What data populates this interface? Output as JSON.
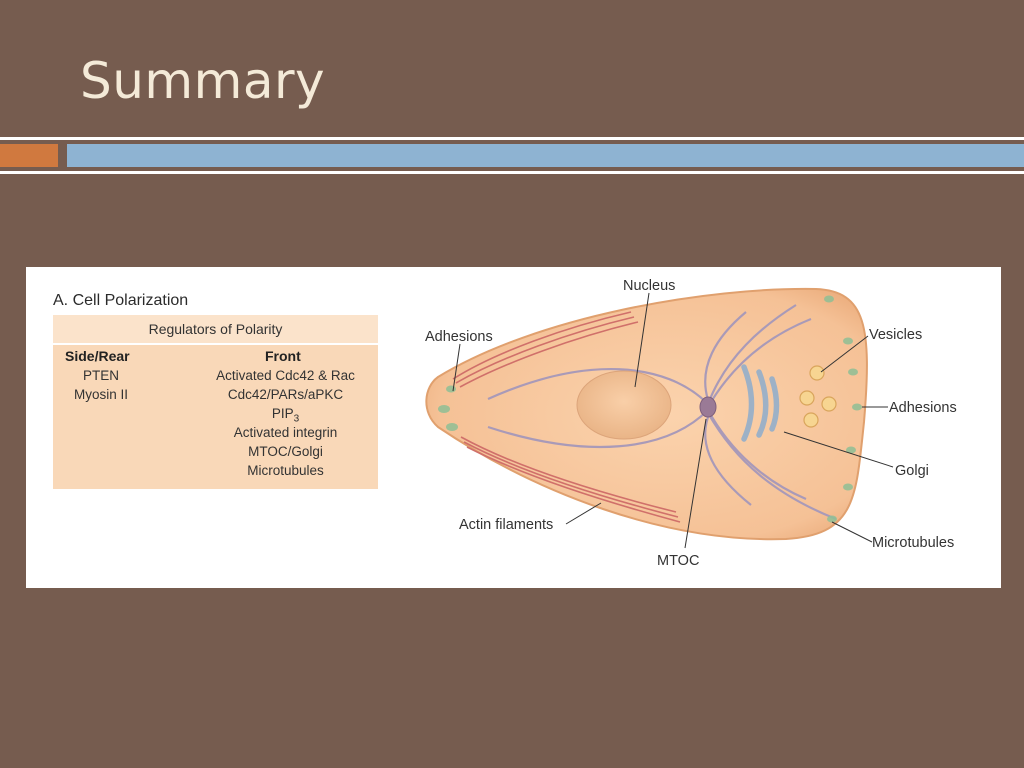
{
  "slide": {
    "title": "Summary",
    "colors": {
      "background": "#765c4f",
      "accent_orange": "#d0793f",
      "accent_blue": "#8eb3d2",
      "title_text": "#f4ead8"
    }
  },
  "figure": {
    "panel_title": "A. Cell Polarization",
    "table": {
      "header": "Regulators of Polarity",
      "side_rear_heading": "Side/Rear",
      "front_heading": "Front",
      "side_rear": [
        "PTEN",
        "Myosin II"
      ],
      "front": [
        {
          "text": "Activated Cdc42 & Rac"
        },
        {
          "text": "Cdc42/PARs/aPKC"
        },
        {
          "text": "PIP",
          "subscript": "3"
        },
        {
          "text": "Activated integrin"
        },
        {
          "text": "MTOC/Golgi"
        },
        {
          "text": "Microtubules"
        }
      ]
    },
    "diagram_labels": {
      "nucleus": "Nucleus",
      "adhesions_left": "Adhesions",
      "vesicles": "Vesicles",
      "adhesions_right": "Adhesions",
      "golgi": "Golgi",
      "actin_filaments": "Actin filaments",
      "mtoc": "MTOC",
      "microtubules": "Microtubules"
    }
  }
}
